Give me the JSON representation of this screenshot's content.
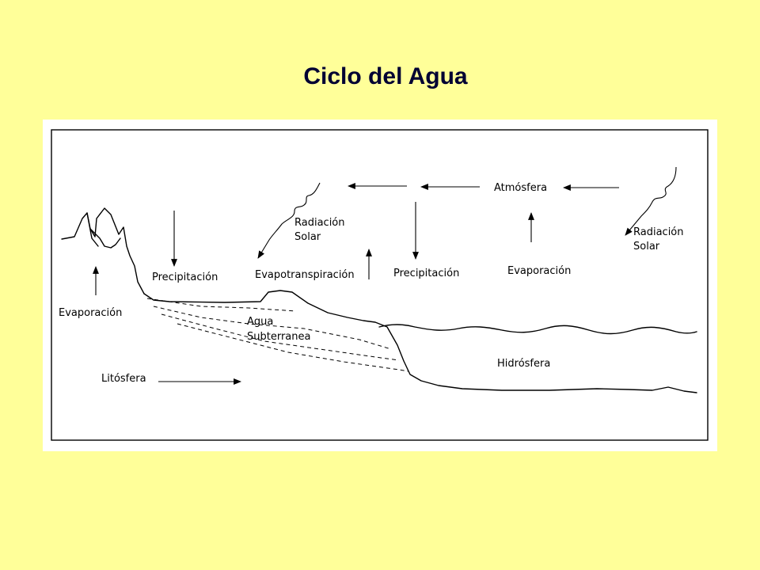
{
  "title": "Ciclo del Agua",
  "diagram": {
    "labels": {
      "atmosfera": "Atmósfera",
      "radiacion_solar_left": [
        "Radiación",
        "Solar"
      ],
      "radiacion_solar_right": [
        "Radiación",
        "Solar"
      ],
      "precipitacion_left": "Precipitación",
      "evapotranspiracion": "Evapotranspiración",
      "precipitacion_mid": "Precipitación",
      "evaporacion_right": "Evaporación",
      "evaporacion_left": "Evaporación",
      "agua_subterranea": [
        "Agua",
        "Subterranea"
      ],
      "hidrosfera": "Hidrósfera",
      "litosfera": "Litósfera"
    }
  }
}
